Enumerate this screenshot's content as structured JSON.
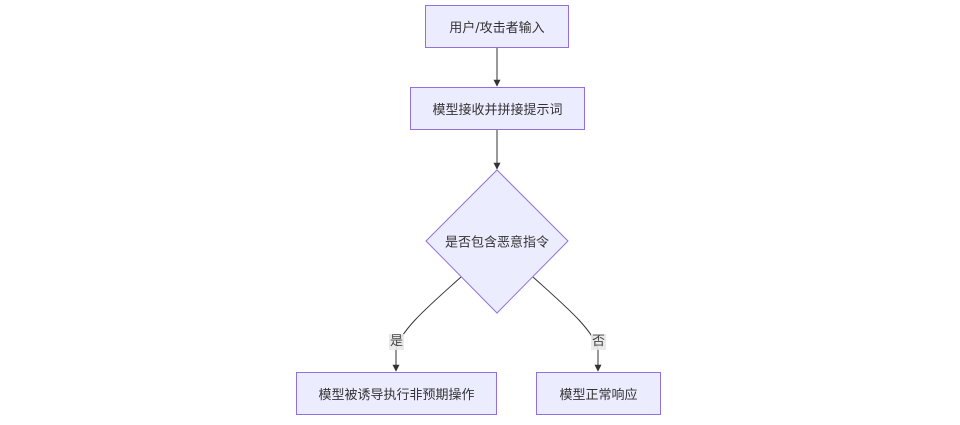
{
  "diagram": {
    "type": "flowchart",
    "nodes": [
      {
        "id": "input",
        "label": "用户/攻击者输入",
        "shape": "rect"
      },
      {
        "id": "concat",
        "label": "模型接收并拼接提示词",
        "shape": "rect"
      },
      {
        "id": "check",
        "label": "是否包含恶意指令",
        "shape": "diamond"
      },
      {
        "id": "induced",
        "label": "模型被诱导执行非预期操作",
        "shape": "rect"
      },
      {
        "id": "normal",
        "label": "模型正常响应",
        "shape": "rect"
      }
    ],
    "edges": [
      {
        "from": "input",
        "to": "concat",
        "label": ""
      },
      {
        "from": "concat",
        "to": "check",
        "label": ""
      },
      {
        "from": "check",
        "to": "induced",
        "label": "是"
      },
      {
        "from": "check",
        "to": "normal",
        "label": "否"
      }
    ],
    "colors": {
      "node_fill": "#ececff",
      "node_border": "#9370db",
      "edge": "#333333",
      "label_bg": "#e8e8e8"
    }
  }
}
